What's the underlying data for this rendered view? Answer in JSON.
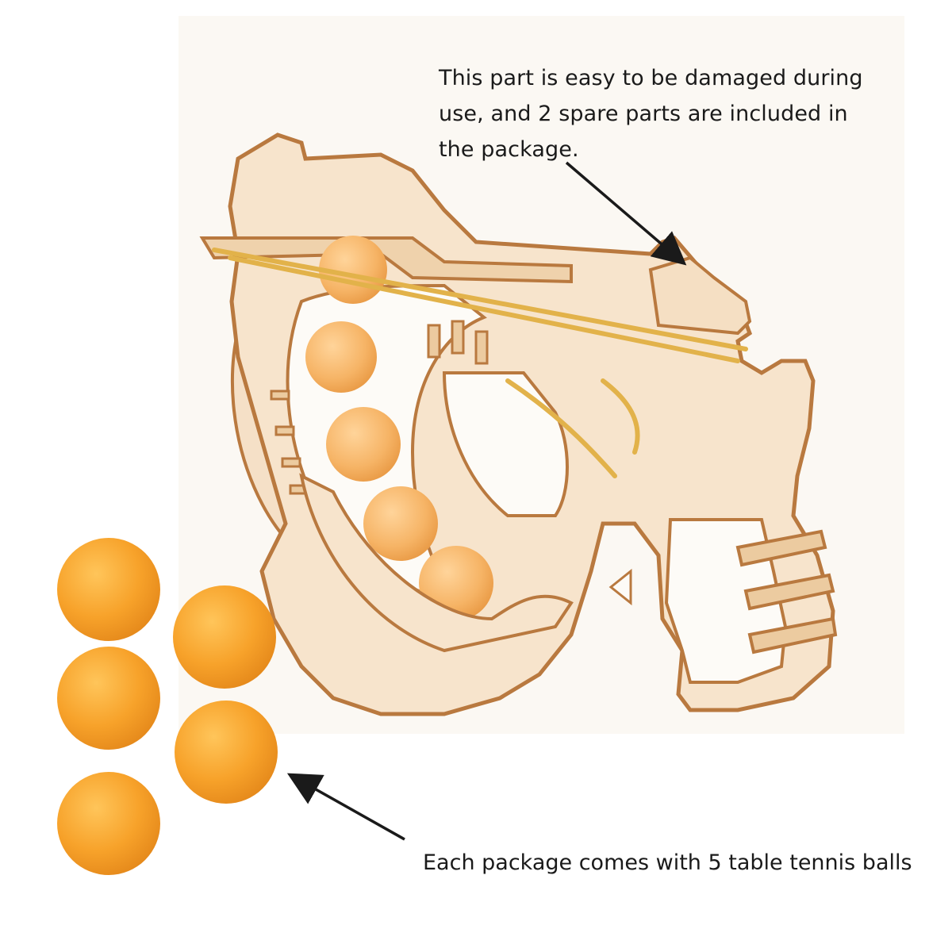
{
  "annotations": {
    "spare_parts_note": "This part is easy to be damaged during\nuse, and 2 spare parts are included in\nthe package.",
    "balls_note": "Each package comes with 5 table tennis balls"
  },
  "product": {
    "loose_ball_count": 5,
    "colors": {
      "wood": "#f3dcc0",
      "wood_edge": "#b9793f",
      "ball": "#f7a22a",
      "rubber_band": "#e2b24a",
      "background": "#fbf8f3"
    }
  }
}
